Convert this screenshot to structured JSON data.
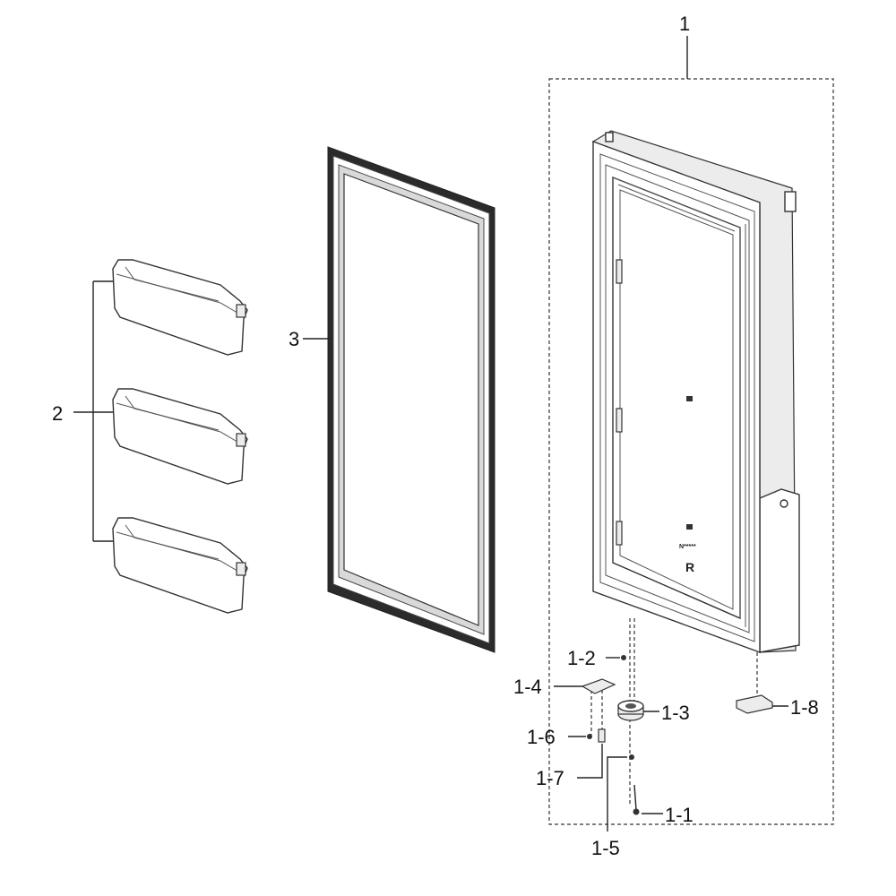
{
  "labels": {
    "assembly": "1",
    "bins": "2",
    "gasket": "3",
    "p1_1": "1-1",
    "p1_2": "1-2",
    "p1_3": "1-3",
    "p1_4": "1-4",
    "p1_5": "1-5",
    "p1_6": "1-6",
    "p1_7": "1-7",
    "p1_8": "1-8"
  },
  "door_markings": {
    "side": "R",
    "small_print": "N*****"
  }
}
